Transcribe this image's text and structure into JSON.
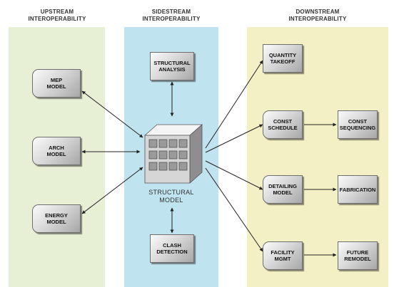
{
  "headers": {
    "upstream": [
      "UPSTREAM",
      "INTEROPERABILITY"
    ],
    "sidestream": [
      "SIDESTREAM",
      "INTEROPERABILITY"
    ],
    "downstream": [
      "DOWNSTREAM",
      "INTEROPERABILITY"
    ]
  },
  "upstream": {
    "mep": "MEP\nMODEL",
    "arch": "ARCH\nMODEL",
    "energy": "ENERGY\nMODEL"
  },
  "sidestream": {
    "analysis": "STRUCTURAL\nANALYSIS",
    "clash": "CLASH\nDETECTION"
  },
  "center": [
    "STRUCTURAL",
    "MODEL"
  ],
  "downstream": {
    "quantity": "QUANTITY\nTAKEOFF",
    "schedule": "CONST\nSCHEDULE",
    "sequencing": "CONST\nSEQUENCING",
    "detailing": "DETAILING\nMODEL",
    "fabrication": "FABRICATION",
    "facility": "FACILITY\nMGMT",
    "remodel": "FUTURE\nREMODEL"
  },
  "colors": {
    "upstream_panel": "#e7efd5",
    "sidestream_panel": "#bfe3ef",
    "downstream_panel": "#f4f0c6",
    "arrow": "#222222"
  }
}
